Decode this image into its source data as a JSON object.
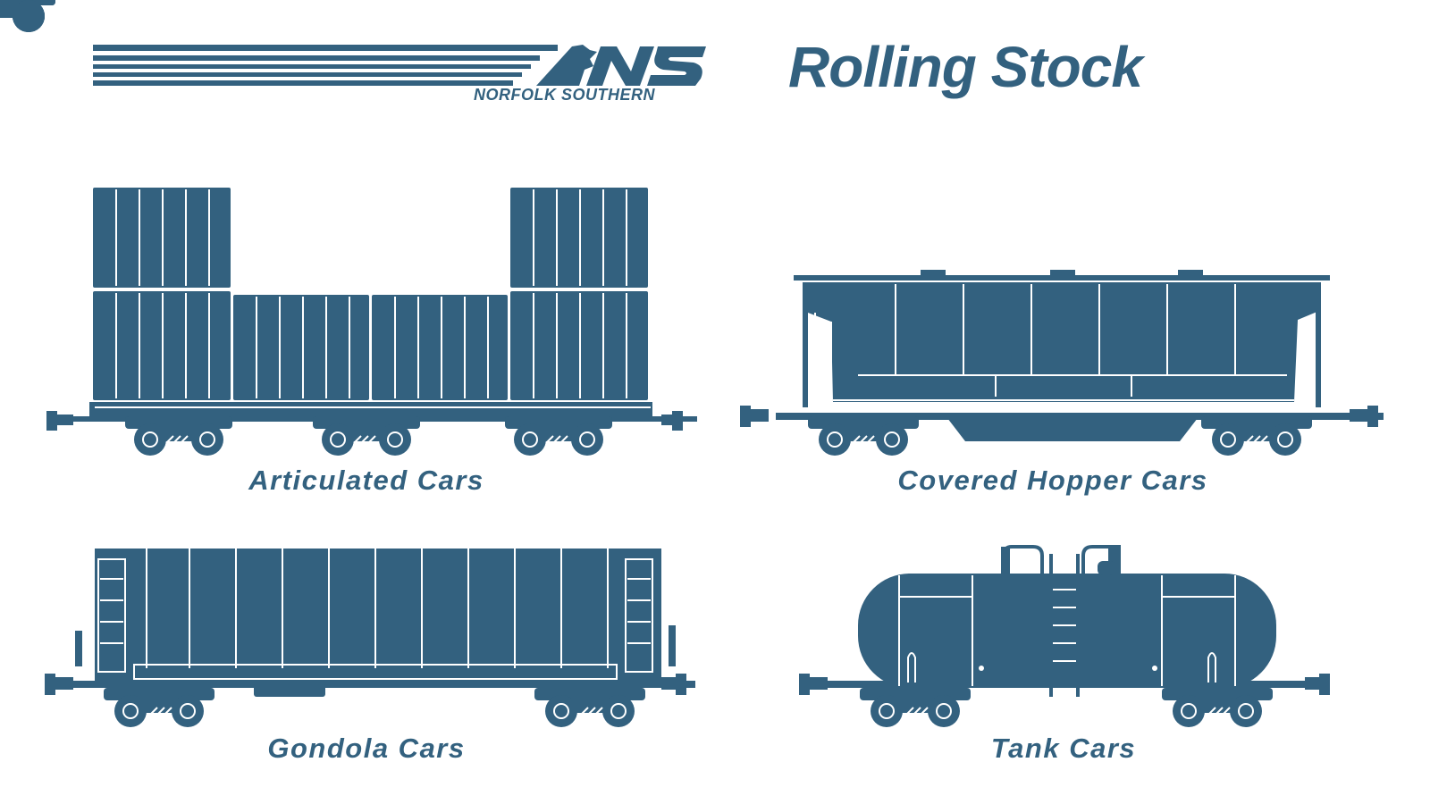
{
  "colors": {
    "primary": "#33617F",
    "background": "#FFFFFF"
  },
  "brand": {
    "monogram": "NS",
    "name": "NORFOLK SOUTHERN"
  },
  "page": {
    "title": "Rolling Stock"
  },
  "cars": [
    {
      "label": "Articulated Cars",
      "icon": "articulated-car-icon"
    },
    {
      "label": "Covered Hopper Cars",
      "icon": "covered-hopper-car-icon"
    },
    {
      "label": "Gondola Cars",
      "icon": "gondola-car-icon"
    },
    {
      "label": "Tank Cars",
      "icon": "tank-car-icon"
    }
  ]
}
